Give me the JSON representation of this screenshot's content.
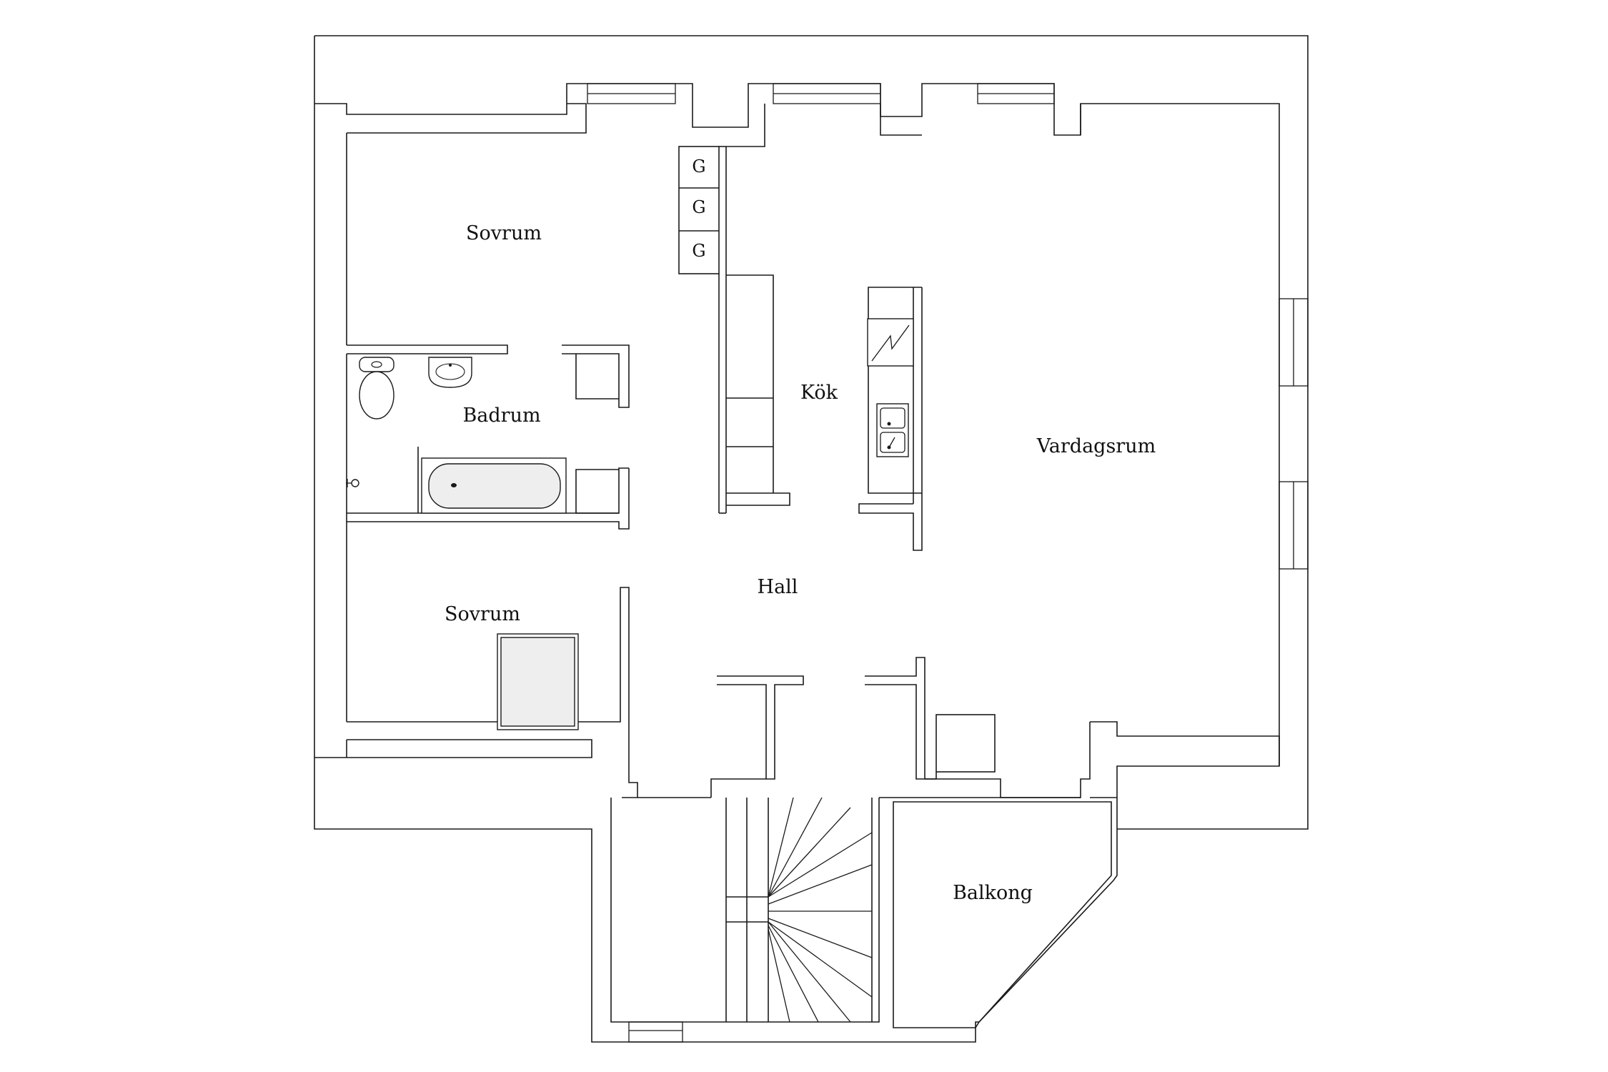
{
  "rooms": {
    "sovrum_top": "Sovrum",
    "badrum": "Badrum",
    "sovrum_bottom": "Sovrum",
    "kok": "Kök",
    "vardagsrum": "Vardagsrum",
    "hall": "Hall",
    "balkong": "Balkong"
  },
  "shafts": [
    "G",
    "G",
    "G"
  ],
  "colors": {
    "line": "#1a1a1a",
    "background": "#ffffff",
    "fixture_fill": "#eeeeee"
  }
}
